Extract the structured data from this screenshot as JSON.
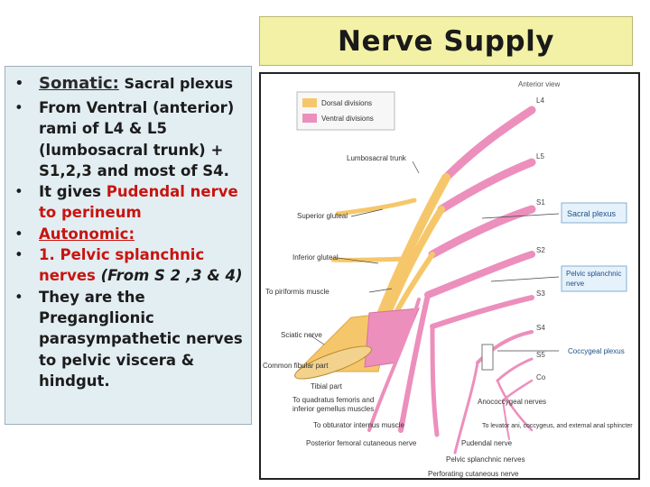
{
  "title": "Nerve Supply",
  "bullets": {
    "somatic_label": "Somatic:",
    "somatic_text": " Sacral plexus",
    "b1": "From Ventral (anterior) rami of L4 & L5 (lumbosacral trunk) + S1,2,3 and most of S4.",
    "b2_pre": "It gives ",
    "b2_red": "Pudendal nerve to perineum",
    "b3": "Autonomic:",
    "b4_red": "1. Pelvic splanchnic nerves ",
    "b4_italic": "(From S 2 ,3 & 4)",
    "b5": "They are the Preganglionic parasympathetic nerves to pelvic viscera & hindgut."
  },
  "figure": {
    "header_text": "Anterior view",
    "legend": [
      {
        "label": "Dorsal divisions",
        "color": "#f6c76a"
      },
      {
        "label": "Ventral divisions",
        "color": "#ec8fbc"
      }
    ],
    "levels": [
      "L4",
      "L5",
      "S1",
      "S2",
      "S3",
      "S4",
      "S5",
      "Co"
    ],
    "left_labels": {
      "lumbosacral_trunk": "Lumbosacral trunk",
      "superior_gluteal": "Superior gluteal",
      "inferior_gluteal": "Inferior gluteal",
      "piriformis": "To piriformis muscle",
      "sciatic": "Sciatic nerve",
      "common_fibular": "Common fibular part",
      "tibial": "Tibial part",
      "quadratus_1": "To quadratus femoris and",
      "quadratus_2": "inferior gemellus muscles",
      "obturator": "To obturator internus muscle",
      "posterior_femoral": "Posterior femoral cutaneous nerve"
    },
    "right_labels": {
      "sacral_plexus": "Sacral plexus",
      "pelvic_splanchnic_1": "Pelvic splanchnic",
      "pelvic_splanchnic_2": "nerve",
      "coccygeal_plexus": "Coccygeal plexus",
      "anococcygeal": "Anococcygeal nerves",
      "levator_ani": "To levator ani, coccygeus, and external anal sphincter",
      "pudendal": "Pudendal nerve",
      "pelvic_splanchnics": "Pelvic splanchnic nerves",
      "perforating": "Perforating cutaneous nerve"
    }
  }
}
